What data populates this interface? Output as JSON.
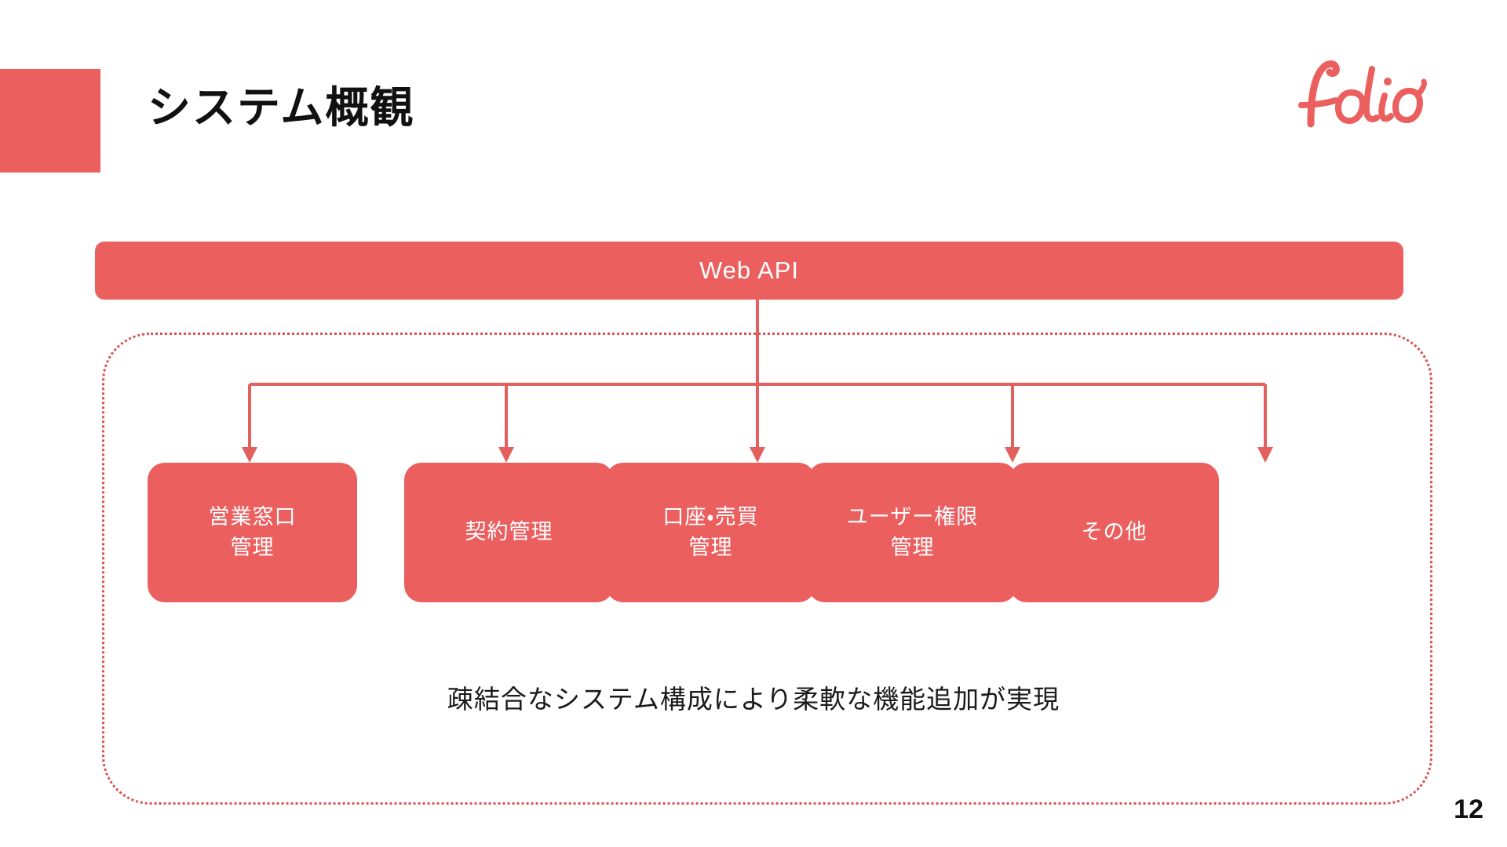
{
  "slide": {
    "title": "システム概観",
    "page_number": "12",
    "brand": "folio",
    "accent_color": "#EC5F5F",
    "frame_color": "#D9534F",
    "background_color": "#FFFFFF"
  },
  "diagram": {
    "type": "hierarchy",
    "top_node": {
      "label": "Web API",
      "icon": "api-bar"
    },
    "group": {
      "style": "dotted-rounded-rectangle",
      "caption": "疎結合なシステム構成により柔軟な機能追加が実現"
    },
    "modules": [
      {
        "id": "sales-window-management",
        "lines": [
          "営業窓口",
          "管理"
        ]
      },
      {
        "id": "contract-management",
        "lines": [
          "契約管理"
        ]
      },
      {
        "id": "account-trading-management",
        "lines": [
          "口座・売買",
          "管理"
        ]
      },
      {
        "id": "user-permission-management",
        "lines": [
          "ユーザー権限",
          "管理"
        ]
      },
      {
        "id": "other",
        "lines": [
          "その他"
        ]
      }
    ],
    "connector": {
      "style": "orthogonal-with-arrowheads",
      "arrow_count": 5,
      "color": "#E2605E"
    }
  }
}
